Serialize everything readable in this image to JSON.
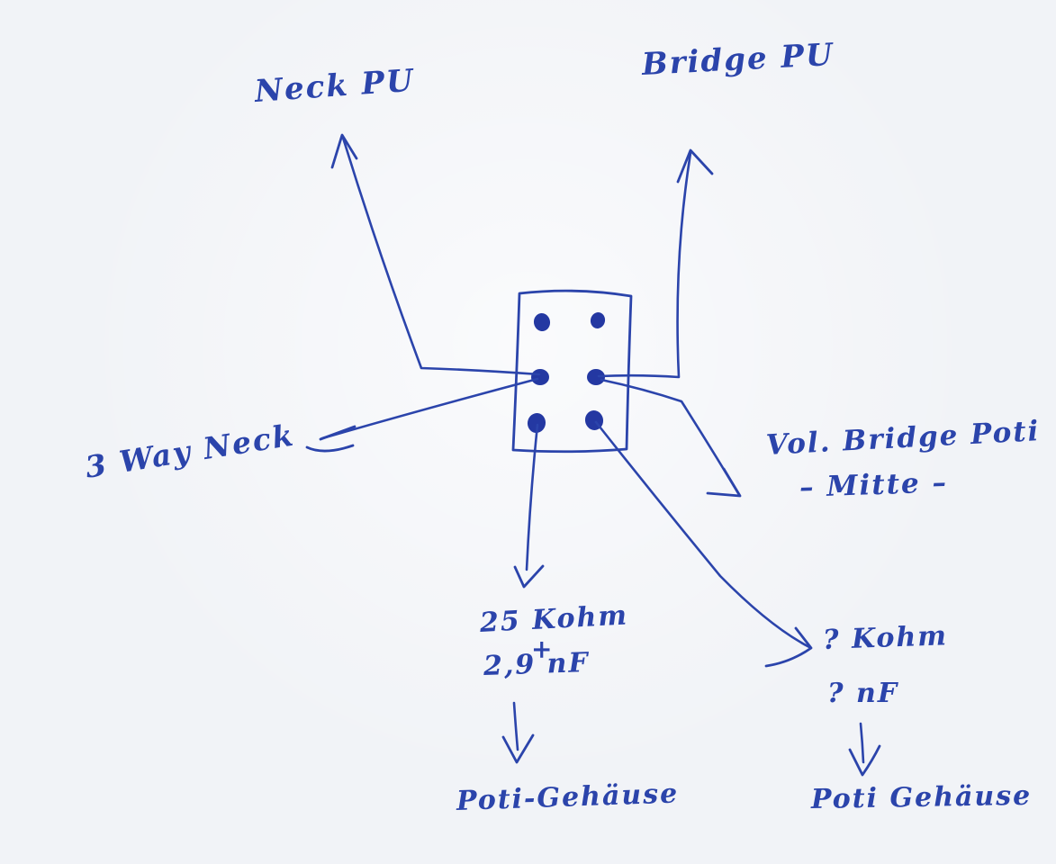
{
  "colors": {
    "ink": "#2b44ab",
    "ink_dark": "#2438a2",
    "paper": "#f1f3f7"
  },
  "sketch": {
    "description_visible_elements": "hand-drawn 6-pin switch box with arrows",
    "switch_pin_count": "6",
    "labels": {
      "neck_pu": "Neck PU",
      "bridge_pu": "Bridge PU",
      "three_way_neck": "3 Way Neck",
      "vol_bridge_poti_line1": "Vol. Bridge Poti",
      "vol_bridge_poti_line2": "– Mitte –",
      "neck_pot_value": "25 Kohm",
      "plus_sign": "+",
      "neck_cap_value": "2,9 nF",
      "neck_ground": "Poti-Gehäuse",
      "bridge_pot_value": "? Kohm",
      "bridge_cap_value": "? nF",
      "bridge_ground": "Poti Gehäuse"
    }
  }
}
